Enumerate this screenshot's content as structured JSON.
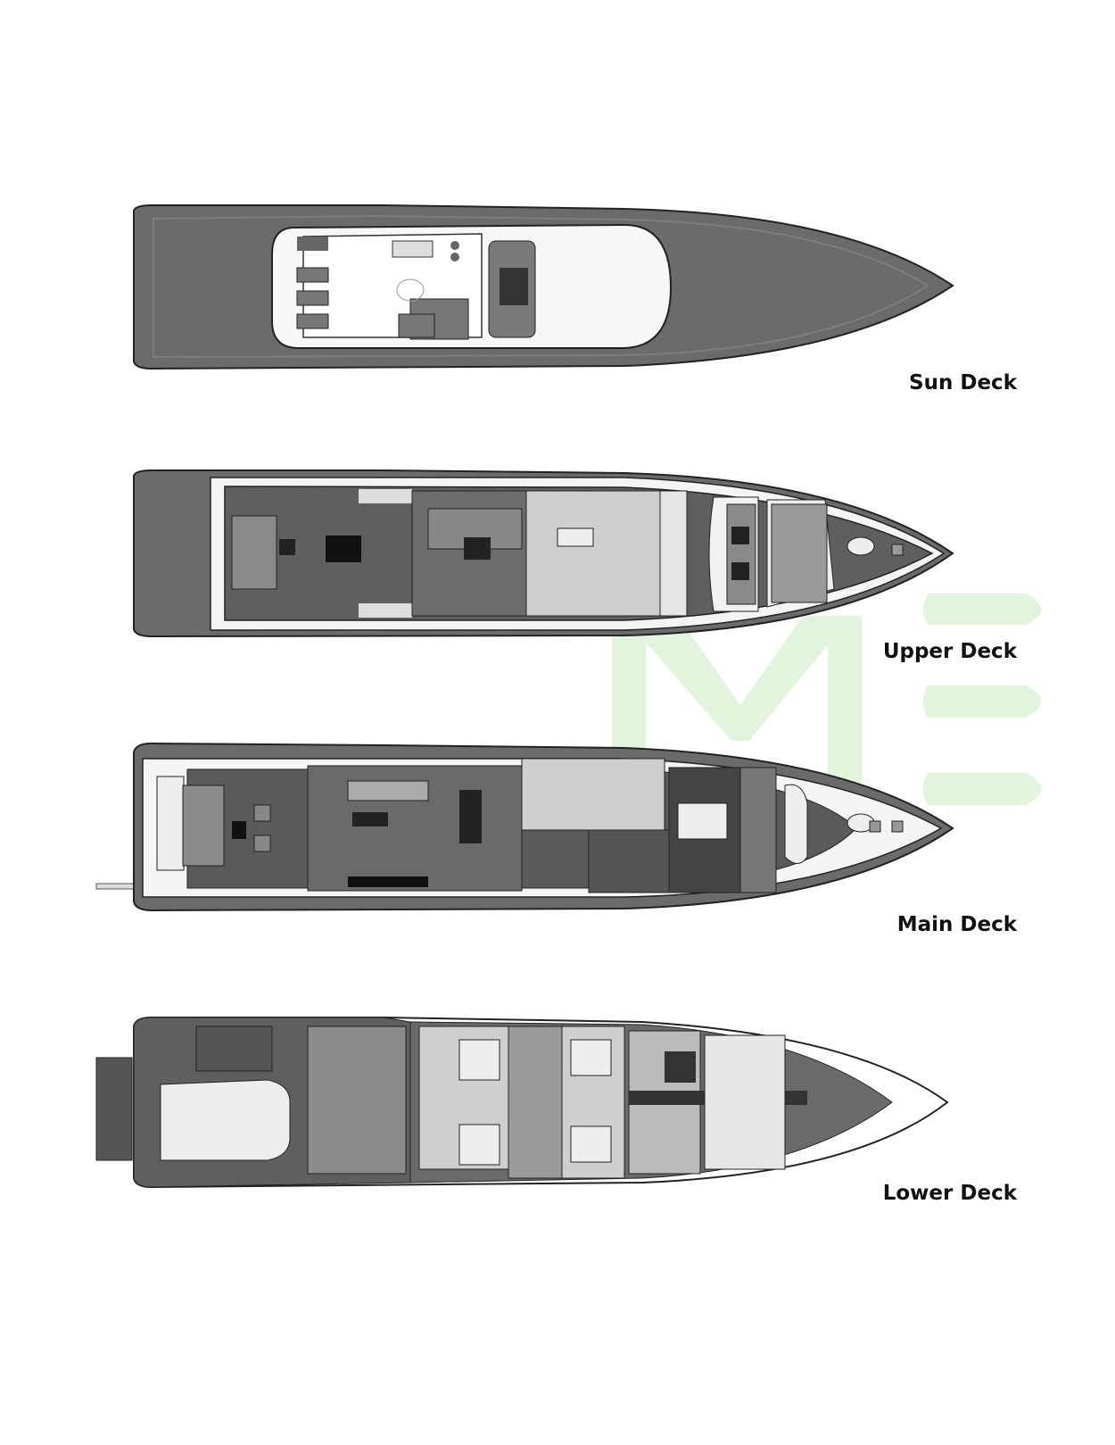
{
  "decks": [
    {
      "name": "Sun Deck"
    },
    {
      "name": "Upper Deck"
    },
    {
      "name": "Main Deck"
    },
    {
      "name": "Lower Deck"
    }
  ],
  "watermark": {
    "text": "ME",
    "color": "#dcf3d6"
  },
  "colors": {
    "deck_dark": "#5f5f5f",
    "deck_mid": "#8a8a8a",
    "furniture": "#7a7a7a",
    "hull_white": "#f4f4f4",
    "outline": "#1a1a1a"
  }
}
